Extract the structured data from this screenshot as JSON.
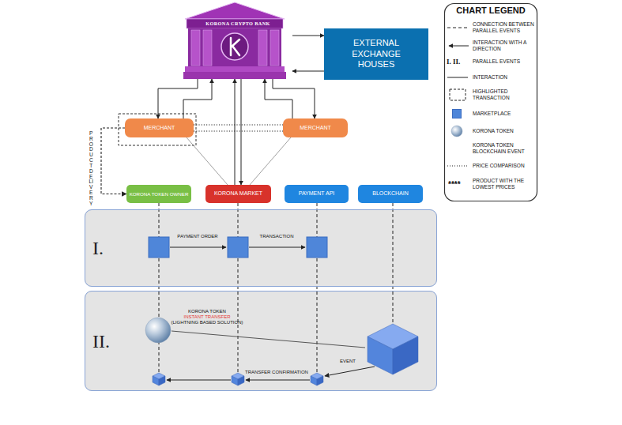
{
  "diagram": {
    "nodes": [
      {
        "text": [
          "KORONA CRYPTO BANK"
        ]
      },
      {
        "text": [
          "EXTERNAL EXCHANGE HOUSES"
        ]
      },
      {
        "text": [
          "MERCHANT"
        ]
      },
      {
        "text": [
          "MERCHANT"
        ]
      },
      {
        "text": [
          "KORONA TOKEN OWNER"
        ]
      },
      {
        "text": [
          "KORONA MARKET"
        ]
      },
      {
        "text": [
          "PAYMENT API"
        ]
      },
      {
        "text": [
          "BLOCKCHAIN"
        ]
      },
      {
        "text": [
          "I."
        ]
      },
      {
        "text": [
          "II."
        ]
      }
    ],
    "edges": [
      {
        "from": 0,
        "to": 1,
        "arrow": "to"
      },
      {
        "from": 1,
        "to": 0,
        "arrow": "to"
      },
      {
        "from": 0,
        "to": 2,
        "arrow": "to"
      },
      {
        "from": 2,
        "to": 0,
        "arrow": "to"
      },
      {
        "from": 0,
        "to": 5,
        "arrow": "to"
      },
      {
        "from": 5,
        "to": 0,
        "arrow": "to"
      },
      {
        "from": 3,
        "to": 0,
        "arrow": "to"
      },
      {
        "from": 0,
        "to": 3,
        "arrow": "to"
      },
      {
        "from": 2,
        "to": 5,
        "arrow": "none"
      },
      {
        "from": 3,
        "to": 5,
        "arrow": "none"
      },
      {
        "from": 2,
        "to": 3,
        "arrow": "none"
      },
      {
        "from": 2,
        "to": 4,
        "label": "PRODUCT DELIVERY",
        "arrow": "to"
      }
    ],
    "labels": [
      "PAYMENT ORDER",
      "TRANSACTION",
      "KORONA TOKEN",
      "INSTANT TRANSFER",
      "(LIGHTNING BASED SOLUTION)",
      "TRANSFER CONFIRMATION",
      "EVENT",
      "CHART LEGEND",
      "I. II.",
      "****"
    ],
    "legend": [
      {
        "text": "CONNECTION BETWEEN PARALLEL EVENTS"
      },
      {
        "text": "INTERACTION WITH A DIRECTION"
      },
      {
        "text": "PARALLEL EVENTS"
      },
      {
        "text": "INTERACTION"
      },
      {
        "text": "HIGHLIGHTED TRANSACTION"
      },
      {
        "text": "MARKETPLACE",
        "color": "#4f86d9"
      },
      {
        "text": "KORONA TOKEN"
      },
      {
        "text": "KORONA TOKEN BLOCKCHAIN EVENT"
      },
      {
        "text": "PRICE COMPARISON"
      },
      {
        "text": "PRODUCT WITH THE LOWEST PRICES"
      }
    ]
  }
}
